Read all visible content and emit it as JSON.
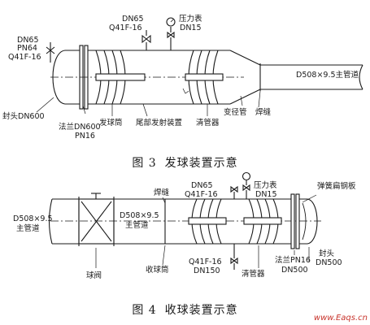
{
  "figure3": {
    "caption_number": "图 3",
    "caption_text": "发球装置示意",
    "labels": {
      "vent_valve_1": "DN65",
      "vent_valve_2": "PN64",
      "vent_valve_3": "Q41F-16",
      "top_valve_1": "DN65",
      "top_valve_2": "Q41F-16",
      "gauge_1": "压力表",
      "gauge_2": "DN15",
      "main_pipe": "D508×9.5主管道",
      "head": "封头DN600",
      "flange_1": "法兰DN600",
      "flange_2": "PN16",
      "barrel": "发球筒",
      "tail_launcher": "尾部发射装置",
      "pig": "清管器",
      "reducer": "变径管",
      "weld": "焊缝"
    }
  },
  "figure4": {
    "caption_number": "图 4",
    "caption_text": "收球装置示意",
    "labels": {
      "main_pipe_1": "D508×9.5",
      "main_pipe_2": "主管道",
      "ball_valve": "球阀",
      "pipe_inner_1": "D508×9.5",
      "pipe_inner_2": "主管道",
      "weld": "焊缝",
      "barrel": "收球筒",
      "top_valve_1": "DN65",
      "top_valve_2": "Q41F-16",
      "gauge_1": "压力表",
      "gauge_2": "DN15",
      "spring_plate": "弹簧扁钢板",
      "bottom_valve_1": "Q41F-16",
      "bottom_valve_2": "DN150",
      "pig": "清管器",
      "flange": "法兰PN16",
      "head_1": "封头",
      "head_2": "DN500",
      "flange_dn": "DN500"
    }
  },
  "watermark": "www.Eaqs.cn"
}
